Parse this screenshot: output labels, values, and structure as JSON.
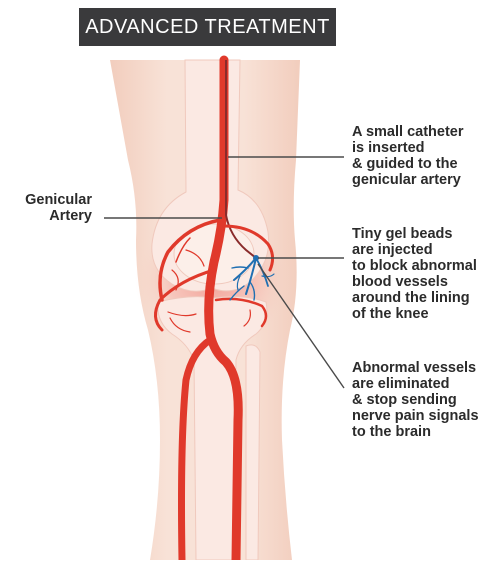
{
  "title": "ADVANCED TREATMENT",
  "labels": {
    "genicular_artery": "Genicular\nArtery",
    "catheter": "A small catheter\nis inserted\n& guided to the\ngenicular artery",
    "gel_beads": "Tiny gel beads\nare injected\nto block abnormal\nblood vessels\naround the lining\nof the knee",
    "abnormal_vessels": "Abnormal vessels\nare eliminated\n& stop sending\nnerve pain signals\nto the brain"
  },
  "colors": {
    "title_background": "#3a3a3c",
    "skin": "#f7dccf",
    "bone": "#fbe9e3",
    "artery": "#e0392b",
    "gel_beads": "#1f6fb2",
    "catheter": "#c83a3a",
    "inflammation": "#f4a39a"
  }
}
